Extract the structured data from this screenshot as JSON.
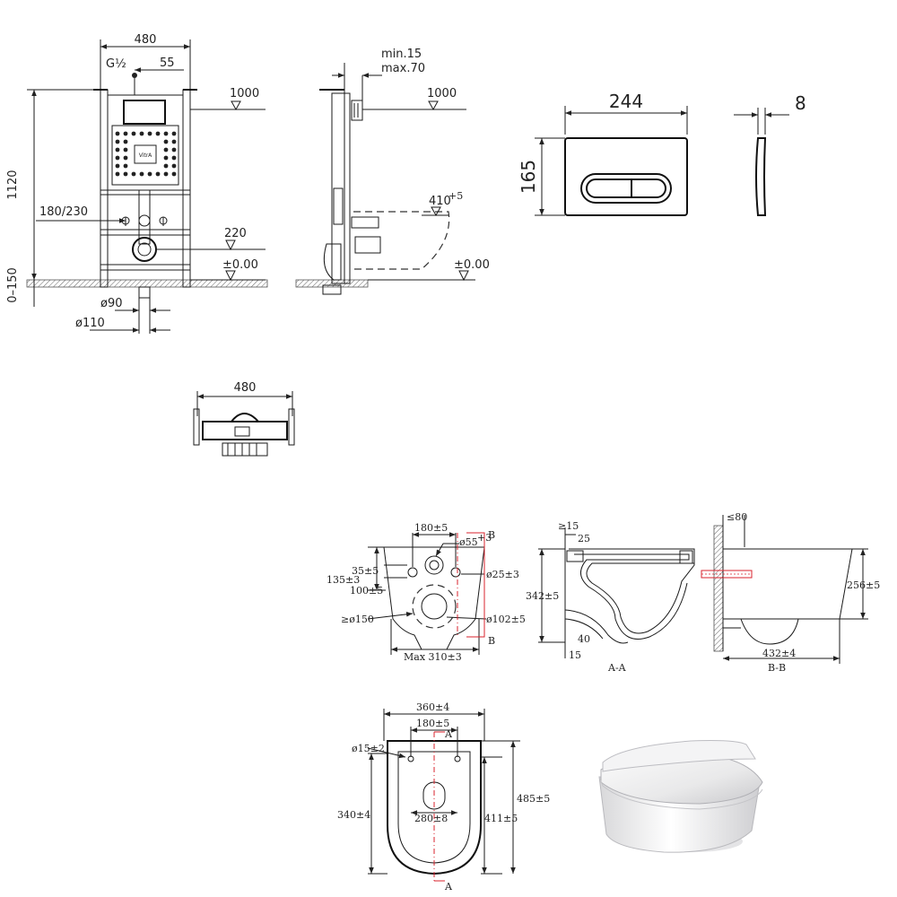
{
  "frame_front": {
    "width": "480",
    "inlet": "G½",
    "offset": "55",
    "height": "1120",
    "level_1000": "1000",
    "bolts": "180/230",
    "level_220": "220",
    "level_0": "±0.00",
    "adjust": "0–150",
    "d90": "ø90",
    "d110": "ø110"
  },
  "frame_side": {
    "min": "min.15",
    "max": "max.70",
    "level_1000": "1000",
    "level_410": "410",
    "level_410_sup": "+5",
    "level_0": "±0.00"
  },
  "plate": {
    "width": "244",
    "height": "165",
    "depth": "8"
  },
  "frame_top": {
    "width": "480"
  },
  "bowl_back": {
    "c1": "180±5",
    "c2": "ø55",
    "c2_tol": "+3",
    "c3": "35±5",
    "c4": "135±3",
    "c5": "100±5",
    "c6": "ø25±3",
    "c7": "≥ø150",
    "c8": "ø102±5",
    "c9": "Max 310±3",
    "section_b": "B"
  },
  "bowl_section_a": {
    "d1": "≥15",
    "d2": "25",
    "d3": "342±5",
    "d4": "40",
    "d5": "15",
    "label": "A-A"
  },
  "bowl_section_b": {
    "d1": "≤80",
    "d2": "256±5",
    "d3": "432±4",
    "label": "B-B"
  },
  "bowl_top": {
    "d1": "360±4",
    "d2": "180±5",
    "d3": "ø15±2",
    "d4": "340±4",
    "d5": "280±8",
    "d6": "411±5",
    "d7": "485±5",
    "section_a": "A"
  },
  "icons": [
    "arrow-head",
    "level-marker-triangle",
    "product-photo-toilet"
  ]
}
